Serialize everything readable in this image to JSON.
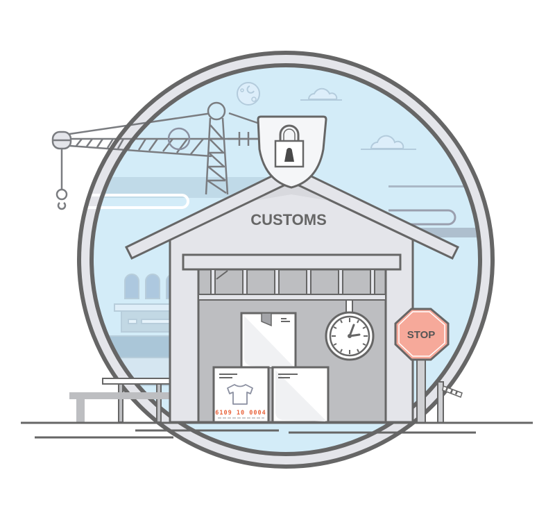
{
  "illustration": {
    "building_sign": "CUSTOMS",
    "stop_sign": "STOP",
    "package_code": "6109 10 0004",
    "clock": {
      "hour_hand": "~1 o'clock",
      "minute_hand": "~3 o'clock"
    }
  },
  "colors": {
    "outline": "#666666",
    "sky": "#d3ecf8",
    "building": "#e4e5ea",
    "building_dark": "#bdbec1",
    "stop_fill": "#f6a99a",
    "code_orange": "#e8643c",
    "background": "#ffffff"
  },
  "icons": [
    "padlock-icon",
    "shirt-icon",
    "clock-icon",
    "crane-icon",
    "moon-icon",
    "cloud-icon",
    "barrier-gate-icon",
    "factory-icon"
  ]
}
